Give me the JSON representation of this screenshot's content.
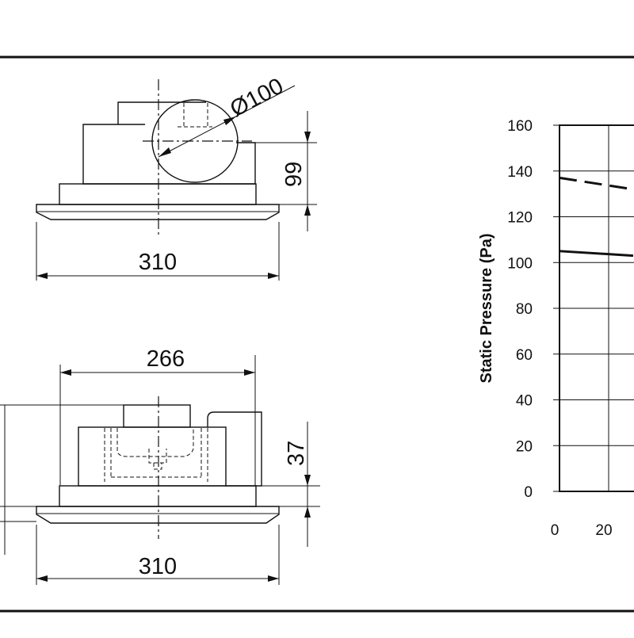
{
  "drawing": {
    "top_view": {
      "diameter_label": "Ø100",
      "height_label": "99",
      "width_label": "310"
    },
    "side_view": {
      "top_width_label": "266",
      "height_label": "37",
      "width_label": "310"
    }
  },
  "chart_data": {
    "type": "line",
    "ylabel": "Static Pressure (Pa)",
    "ylim": [
      0,
      160
    ],
    "y_ticks": [
      0,
      20,
      40,
      60,
      80,
      100,
      120,
      140,
      160
    ],
    "x_ticks": [
      0,
      20
    ],
    "grid": true,
    "series": [
      {
        "style": "dashed",
        "x": [
          0,
          30
        ],
        "y": [
          137,
          132
        ]
      },
      {
        "style": "solid",
        "x": [
          0,
          30
        ],
        "y": [
          105,
          103
        ]
      }
    ]
  }
}
